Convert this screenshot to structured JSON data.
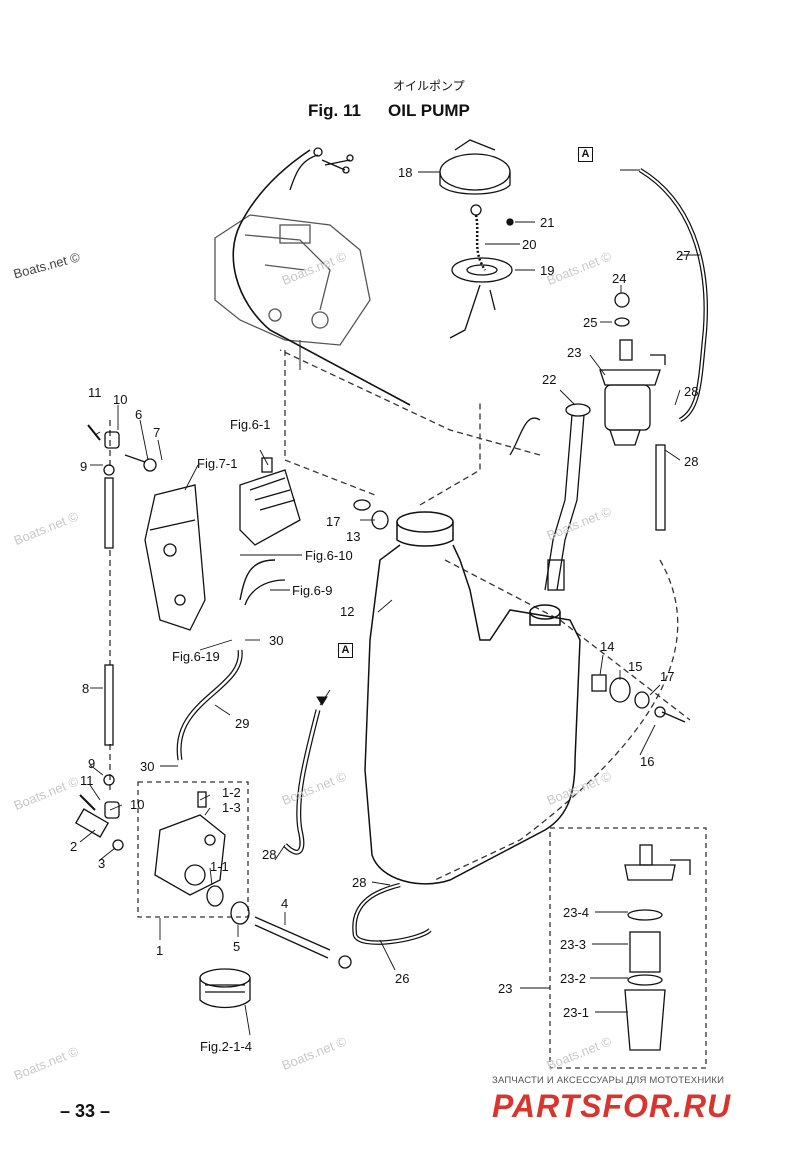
{
  "header": {
    "jp_title": "オイルポンプ",
    "fig_no": "Fig. 11",
    "fig_title": "OIL PUMP"
  },
  "watermark": "Boats.net ©",
  "callouts": {
    "c1": "1",
    "c1_2": "1-2",
    "c1_3": "1-3",
    "c1_1": "1-1",
    "c2": "2",
    "c3": "3",
    "c4": "4",
    "c5": "5",
    "c6": "6",
    "c7": "7",
    "c8": "8",
    "c9a": "9",
    "c9b": "9",
    "c10a": "10",
    "c10b": "10",
    "c11a": "11",
    "c11b": "11",
    "c12": "12",
    "c13": "13",
    "c14": "14",
    "c15": "15",
    "c16": "16",
    "c17a": "17",
    "c17b": "17",
    "c18": "18",
    "c19": "19",
    "c20": "20",
    "c21": "21",
    "c22": "22",
    "c23a": "23",
    "c23b": "23",
    "c23_1": "23-1",
    "c23_2": "23-2",
    "c23_3": "23-3",
    "c23_4": "23-4",
    "c24": "24",
    "c25": "25",
    "c26": "26",
    "c27": "27",
    "c28a": "28",
    "c28b": "28",
    "c28c": "28",
    "c28d": "28",
    "c29": "29",
    "c30a": "30",
    "c30b": "30"
  },
  "refs": {
    "fig6_1": "Fig.6-1",
    "fig7_1": "Fig.7-1",
    "fig6_10": "Fig.6-10",
    "fig6_9": "Fig.6-9",
    "fig6_19": "Fig.6-19",
    "fig2_1_4": "Fig.2-1-4"
  },
  "markers": {
    "a_top": "A",
    "a_mid": "A"
  },
  "page_number": "– 33 –",
  "footer": {
    "shop_text": "ЗАПЧАСТИ И АКСЕССУАРЫ ДЛЯ МОТОТЕХНИКИ",
    "brand": "PARTSFOR.RU"
  },
  "colors": {
    "ink": "#111111",
    "watermark": "#c9c9c9",
    "brand": "#d9352f"
  }
}
